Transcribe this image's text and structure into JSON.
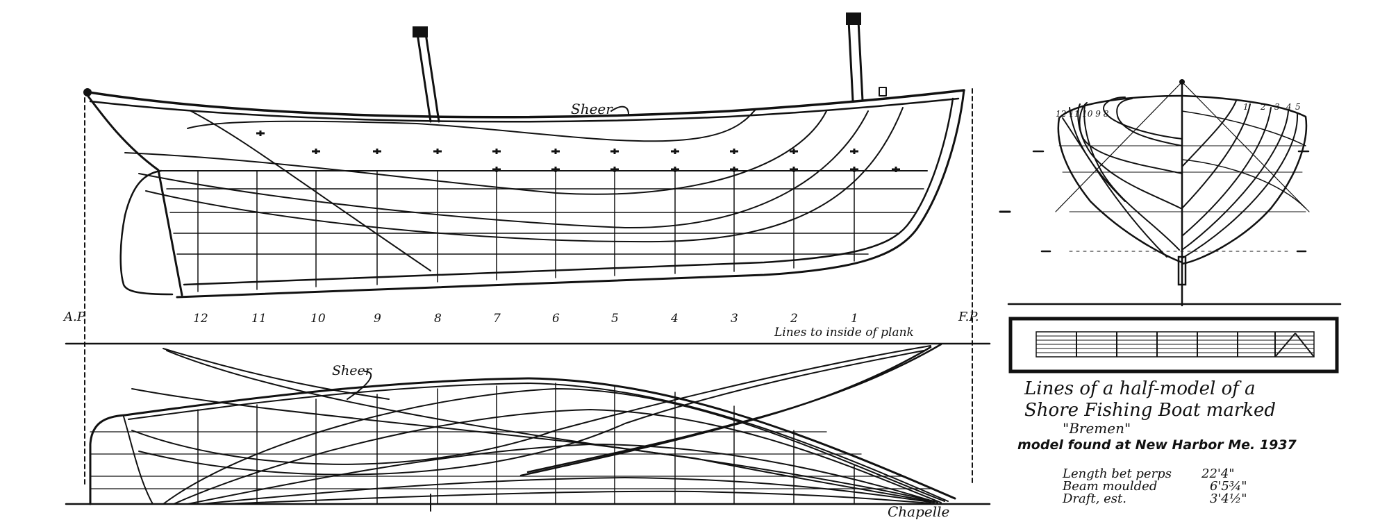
{
  "profile": {
    "sheer_label": "Sheer",
    "aft_perp_label": "A.P.",
    "fwd_perp_label": "F.P.",
    "station_labels": [
      "12",
      "11",
      "10",
      "9",
      "8",
      "7",
      "6",
      "5",
      "4",
      "3",
      "2",
      "1"
    ],
    "lines_note": "Lines to inside of plank"
  },
  "half_breadth": {
    "sheer_label": "Sheer"
  },
  "body_plan": {
    "aft_station_labels": "12 11 10 9 8",
    "fwd_station_labels": [
      "1",
      "2",
      "3",
      "4",
      "5"
    ]
  },
  "title_block": {
    "line1": "Lines of a half-model of a",
    "line2": "Shore Fishing Boat marked",
    "line3": "\"Bremen\"",
    "line4": "model found at New Harbor Me. 1937"
  },
  "dimensions": [
    {
      "label": "Length bet perps",
      "value": "22'4\""
    },
    {
      "label": "Beam moulded",
      "value": "6'5¾\""
    },
    {
      "label": "Draft, est.",
      "value": "3'4½\""
    }
  ],
  "signature": "Chapelle",
  "colors": {
    "ink": "#111111",
    "paper": "#ffffff"
  }
}
